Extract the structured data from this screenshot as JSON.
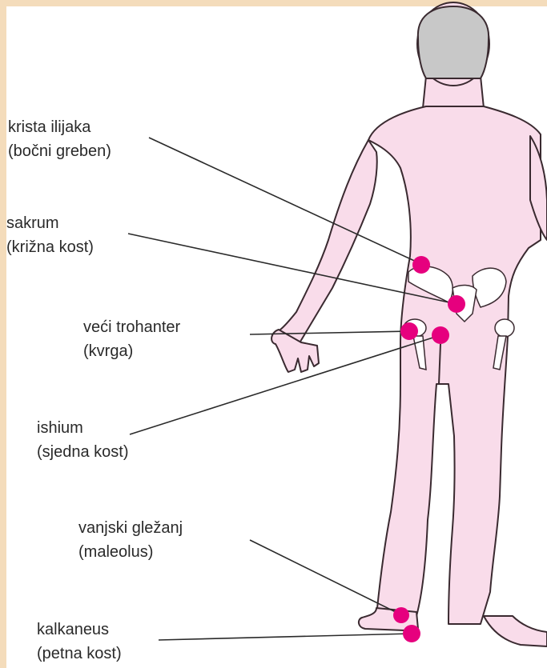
{
  "labels": [
    {
      "line1": "krista ilijaka",
      "line2": "(bočni greben)"
    },
    {
      "line1": "sakrum",
      "line2": "(križna kost)"
    },
    {
      "line1": "veći trohanter",
      "line2": "(kvrga)"
    },
    {
      "line1": "ishium",
      "line2": "(sjedna kost)"
    },
    {
      "line1": "vanjski gležanj",
      "line2": "(maleolus)"
    },
    {
      "line1": "kalkaneus",
      "line2": "(petna kost)"
    }
  ],
  "colors": {
    "background": "#f4dcbb",
    "panel": "#ffffff",
    "skin": "#f9dcea",
    "hair": "#c8c8c8",
    "outline": "#3a2a30",
    "marker": "#e6007e"
  }
}
